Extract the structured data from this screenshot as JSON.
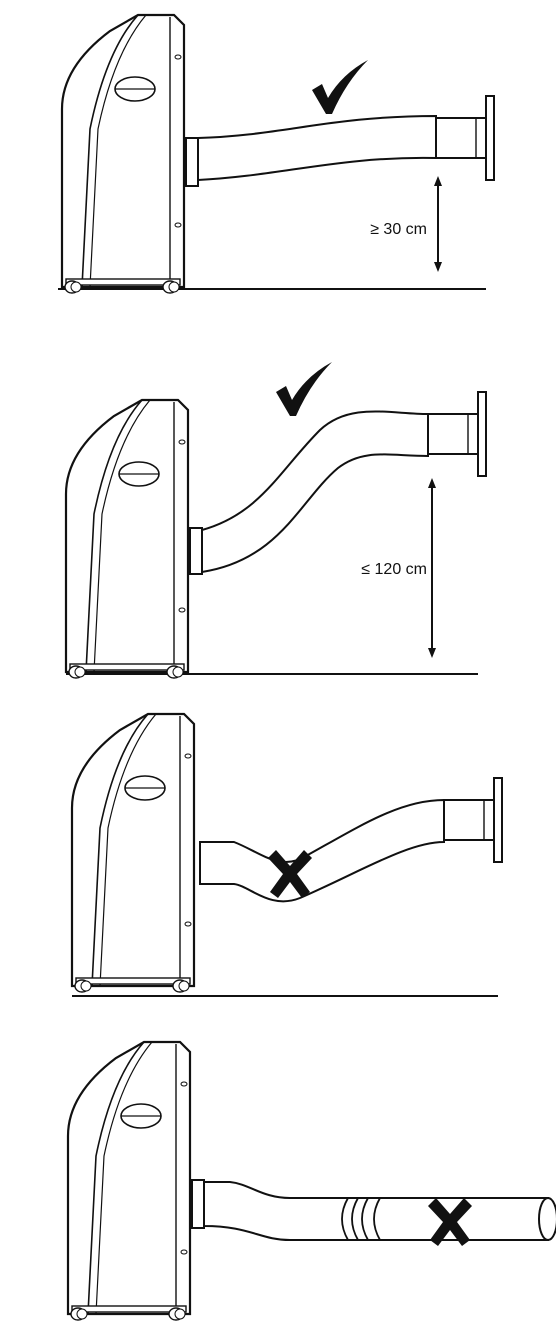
{
  "panels": [
    {
      "id": "panel-1",
      "verdict": "correct",
      "label": "≥ 30 cm"
    },
    {
      "id": "panel-2",
      "verdict": "correct",
      "label": "≤ 120 cm"
    },
    {
      "id": "panel-3",
      "verdict": "incorrect",
      "label": ""
    },
    {
      "id": "panel-4",
      "verdict": "incorrect",
      "label": ""
    }
  ],
  "colors": {
    "ink": "#111111",
    "background": "#ffffff"
  },
  "icons": {
    "correct": "check-mark-icon",
    "incorrect": "cross-mark-icon"
  }
}
